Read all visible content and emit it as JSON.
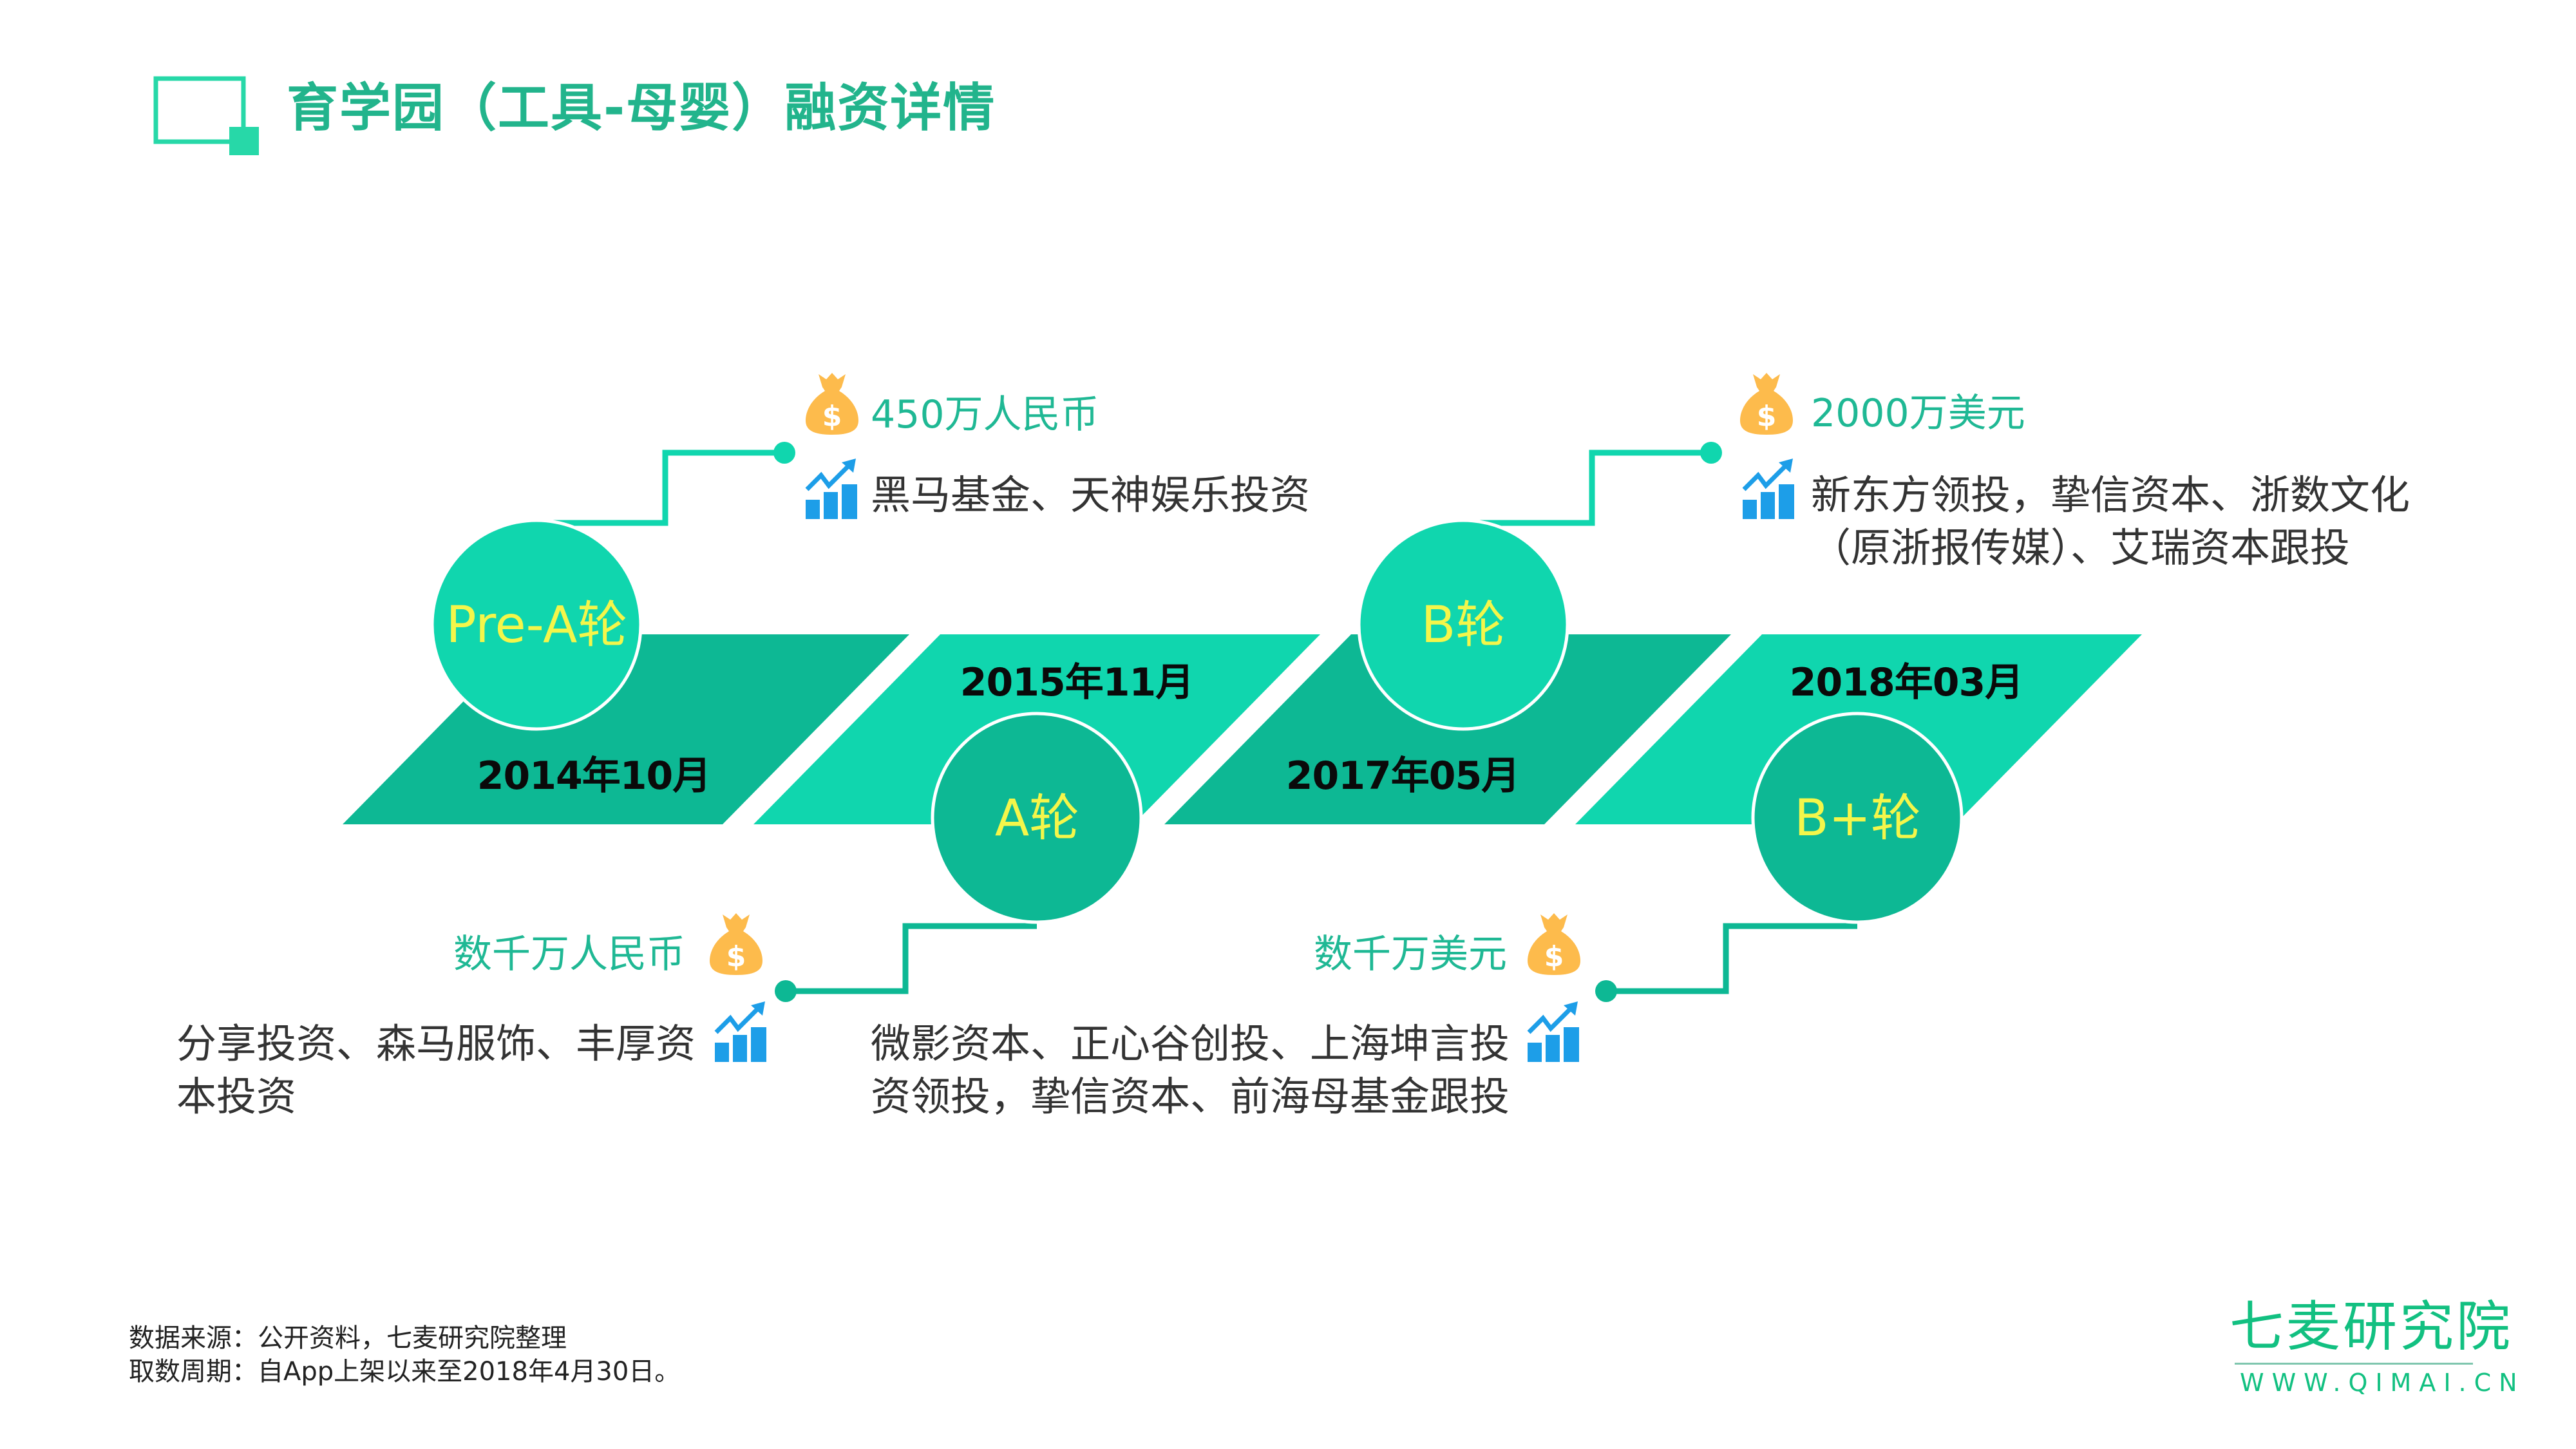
{
  "header": {
    "title": "育学园（工具-母婴）融资详情",
    "icon": "square-frame-icon"
  },
  "colors": {
    "accent": "#22b48c",
    "band_light": "#10d6ae",
    "band_dark": "#0db894",
    "round_label": "#f4f64a",
    "amount_text": "#1fb894",
    "money_bag": "#fdbb4c",
    "chart_icon": "#1d9ee8",
    "logo": "#12c081"
  },
  "rounds": [
    {
      "round": "Pre-A轮",
      "date": "2014年10月",
      "amount": "450万人民币",
      "investors": "黑马基金、天神娱乐投资",
      "position": "top"
    },
    {
      "round": "A轮",
      "date": "2015年11月",
      "amount": "数千万人民币",
      "investors": "分享投资、森马服饰、丰厚资本投资",
      "position": "bottom"
    },
    {
      "round": "B轮",
      "date": "2017年05月",
      "amount": "2000万美元",
      "investors": "新东方领投，挚信资本、浙数文化（原浙报传媒）、艾瑞资本跟投",
      "position": "top"
    },
    {
      "round": "B+轮",
      "date": "2018年03月",
      "amount": "数千万美元",
      "investors": "微影资本、正心谷创投、上海坤言投资领投，挚信资本、前海母基金跟投",
      "position": "bottom"
    }
  ],
  "footer": {
    "source": "数据来源：公开资料，七麦研究院整理",
    "period": "取数周期：自App上架以来至2018年4月30日。"
  },
  "logo": {
    "name": "七麦研究院",
    "url_text": "WWW.QIMAI.CN"
  }
}
